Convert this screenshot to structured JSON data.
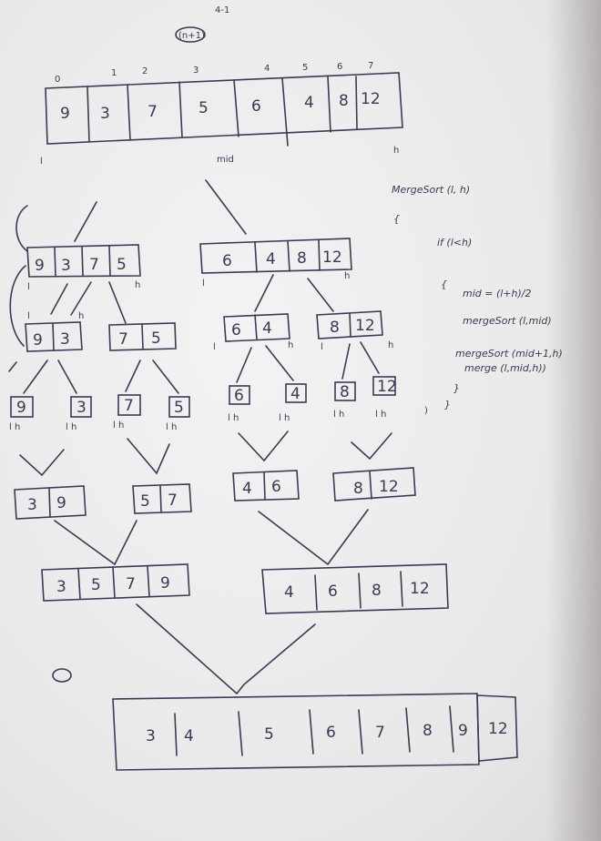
{
  "top_array": {
    "indices": [
      "0",
      "1",
      "2",
      "3",
      "4",
      "5",
      "6",
      "7"
    ],
    "cells": [
      "9",
      "3",
      "7",
      "5",
      "6",
      "4",
      "8",
      "12"
    ],
    "left_label": "l",
    "mid_label": "mid",
    "right_label": "h"
  },
  "top_marks": [
    "4-1",
    "(n+1)"
  ],
  "level1": [
    {
      "cells": [
        "9",
        "3",
        "7",
        "5"
      ],
      "l": "l",
      "h": "h"
    },
    {
      "cells": [
        "6",
        "4",
        "8",
        "12"
      ],
      "l": "l",
      "h": "h"
    }
  ],
  "level2": [
    {
      "cells": [
        "9",
        "3"
      ],
      "l": "l",
      "h": "h"
    },
    {
      "cells": [
        "7",
        "5"
      ]
    },
    {
      "cells": [
        "6",
        "4"
      ],
      "l": "l",
      "h": "h"
    },
    {
      "cells": [
        "8",
        "12"
      ],
      "l": "l",
      "h": "h"
    }
  ],
  "level3": [
    {
      "value": "9",
      "lh": "l h"
    },
    {
      "value": "3",
      "lh": "l h"
    },
    {
      "value": "7",
      "lh": "l h"
    },
    {
      "value": "5",
      "lh": "l h"
    },
    {
      "value": "6",
      "lh": "l h"
    },
    {
      "value": "4",
      "lh": "l h"
    },
    {
      "value": "8",
      "lh": "l h"
    },
    {
      "value": "12",
      "lh": "l h"
    }
  ],
  "merge1": [
    {
      "cells": [
        "3",
        "9"
      ]
    },
    {
      "cells": [
        "5",
        "7"
      ]
    },
    {
      "cells": [
        "4",
        "6"
      ]
    },
    {
      "cells": [
        "8",
        "12"
      ]
    }
  ],
  "merge2": [
    {
      "cells": [
        "3",
        "5",
        "7",
        "9"
      ]
    },
    {
      "cells": [
        "4",
        "6",
        "8",
        "12"
      ]
    }
  ],
  "final": {
    "cells": [
      "3",
      "4",
      "5",
      "6",
      "7",
      "8",
      "9",
      "12"
    ]
  },
  "pseudocode": {
    "lines": [
      "MergeSort (l, h)",
      "{",
      "if (l<h)",
      "{",
      "mid = (l+h)/2",
      "mergeSort (l,mid)",
      "mergeSort (mid+1,h)",
      "merge (l,mid,h))",
      "}",
      "}"
    ]
  }
}
